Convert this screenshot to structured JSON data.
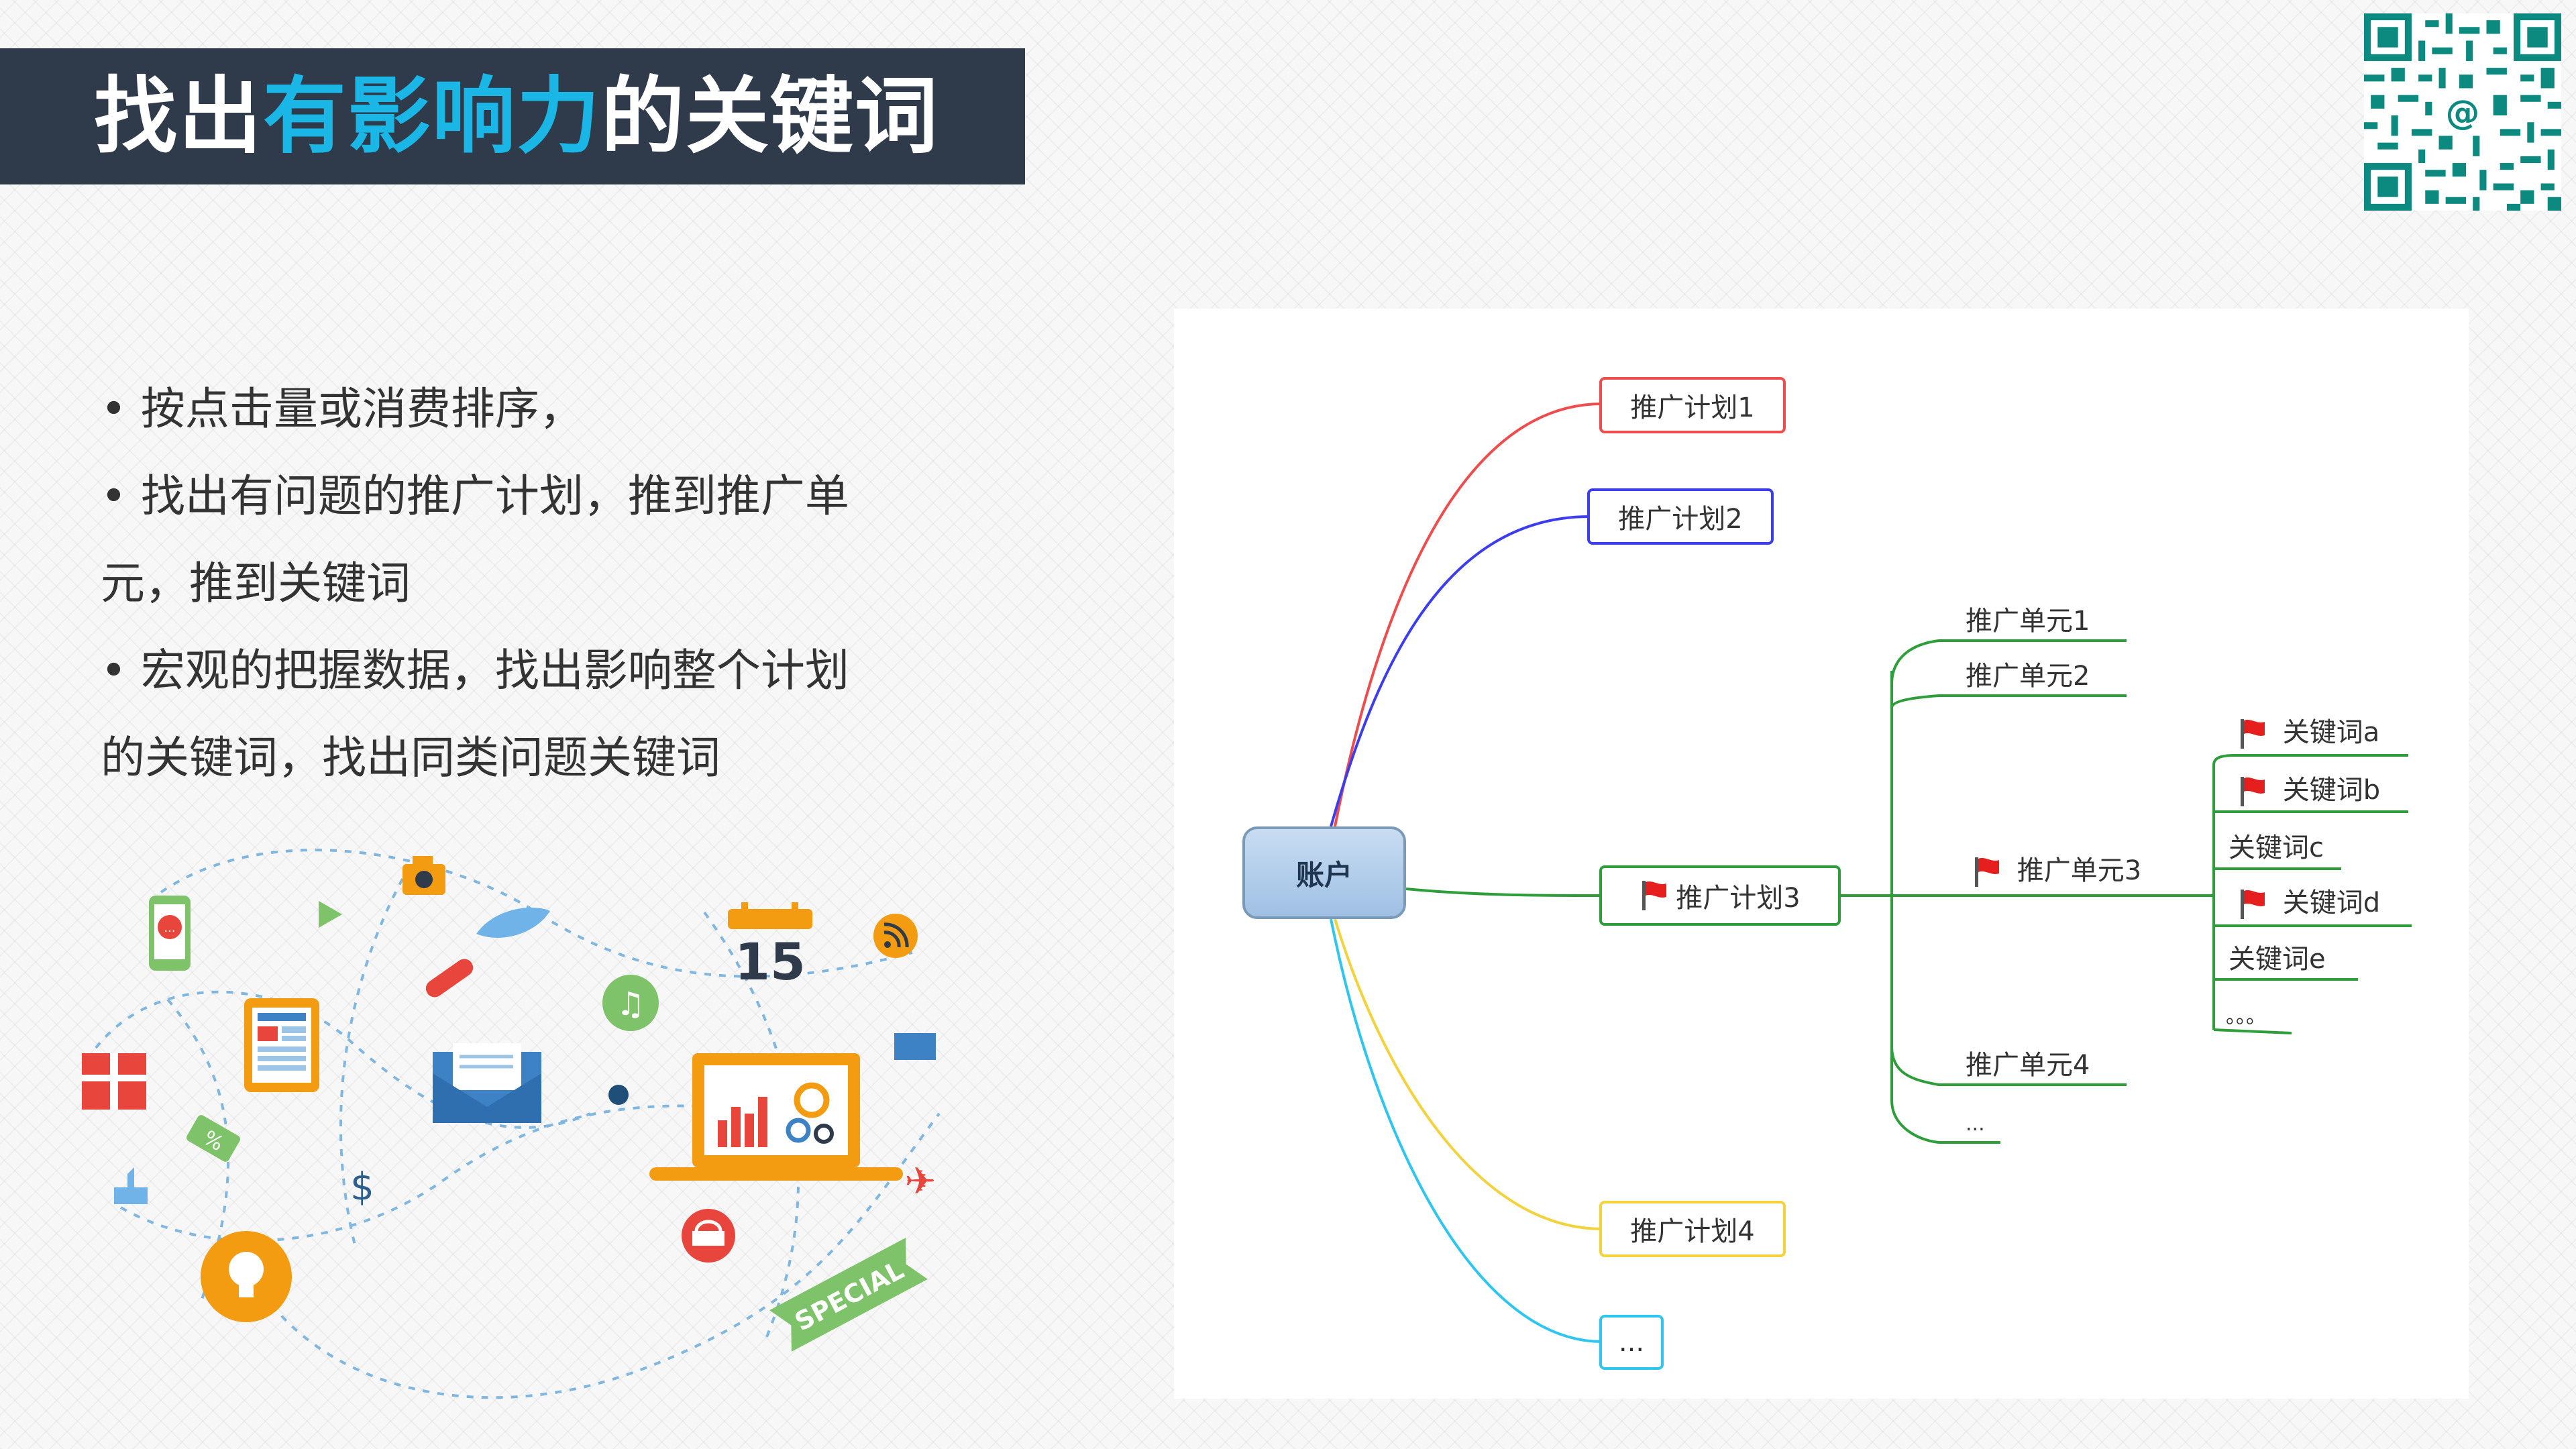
{
  "header": {
    "title_part1": "找出",
    "title_highlight": "有影响力",
    "title_part2": "的关键词"
  },
  "bullets": [
    "• 按点击量或消费排序，",
    "• 找出有问题的推广计划，推到推广单",
    "元，推到关键词",
    "• 宏观的把握数据，找出影响整个计划",
    "的关键词，找出同类问题关键词"
  ],
  "illustration": {
    "calendar_day": "15",
    "badge_text": "SPECIAL",
    "currency_symbol": "$",
    "percent_symbol": "%"
  },
  "mindmap": {
    "root": "账户",
    "plans": [
      "推广计划1",
      "推广计划2",
      "推广计划3",
      "推广计划4",
      "..."
    ],
    "units": [
      "推广单元1",
      "推广单元2",
      "推广单元3",
      "推广单元4",
      "..."
    ],
    "keywords": [
      "关键词a",
      "关键词b",
      "关键词c",
      "关键词d",
      "关键词e",
      "。。。"
    ],
    "colors": {
      "plan1": "#ef4d4d",
      "plan2": "#3d3df0",
      "plan3": "#2e9e3a",
      "plan4": "#f2d23d",
      "plan5": "#2ec6ef",
      "flag": "#e61e1e"
    }
  }
}
